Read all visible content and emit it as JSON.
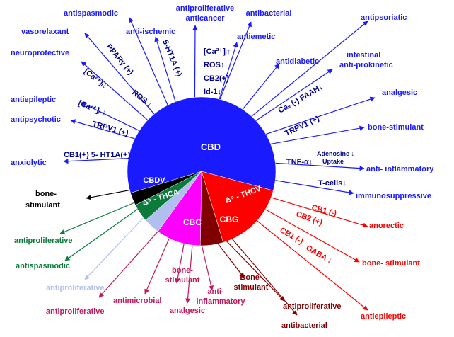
{
  "colors": {
    "CBD": "#1a1aff",
    "CBDV": "#000000",
    "THCA": "#0b7a3b",
    "lavender": "#b0bff0",
    "CBC": "#ff00ff",
    "CBG": "#800000",
    "THCV": "#ff0000",
    "raspberry": "#c2185b",
    "white": "#ffffff"
  },
  "segments": {
    "cbd": {
      "label": "CBD",
      "value": 212
    },
    "thcv": {
      "label": "Δ⁹ - THCV",
      "value": 58
    },
    "cbg": {
      "label": "CBG",
      "value": 18
    },
    "cbc": {
      "label": "CBC",
      "value": 35
    },
    "lav": {
      "label": "",
      "value": 13
    },
    "thca": {
      "label": "Δ⁹ - THCA",
      "value": 14
    },
    "cbdv": {
      "label": "CBDV",
      "value": 10
    }
  },
  "effects": {
    "vasorelaxant": "vasorelaxant",
    "antispasmodic_top": "antispasmodic",
    "anti_ischemic": "anti-ischemic",
    "antiproliferative_l1": "antiproliferative",
    "anticancer": "anticancer",
    "antibacterial_top": "antibacterial",
    "antiemetic": "antiemetic",
    "antidiabetic": "antidiabetic",
    "antipsoriatic": "antipsoriatic",
    "intestinal": "intestinal",
    "anti_prokinetic": "anti-prokinetic",
    "analgesic_right": "analgesic",
    "neuroprotective": "neuroprotective",
    "antiepileptic_left": "antiepileptic",
    "antipsychotic": "antipsychotic",
    "anxiolytic": "anxiolytic",
    "bone_stimulant_right": "bone-stimulant",
    "anti_inflammatory_right": "anti- inflammatory",
    "immunosuppressive": "immunosuppressive",
    "bone_cbdv_1": "bone-",
    "bone_cbdv_2": "stimulant",
    "anorectic": "anorectic",
    "bone_stimulant_red": "bone- stimulant",
    "antiepileptic_red": "antiepileptic",
    "antiproliferative_green": "antiproliferative",
    "antispasmodic_green": "antispasmodic",
    "antiproliferative_lav": "antiproliferative",
    "antiproliferative_pink": "antiproliferative",
    "antimicrobial": "antimicrobial",
    "bone_pink_1": "bone-",
    "bone_pink_2": "stimulant",
    "analgesic_pink": "analgesic",
    "anti_pink_1": "anti-",
    "anti_pink_2": "inflammatory",
    "bone_cbg_1": "Bone-",
    "bone_cbg_2": "stimulant",
    "antiproliferative_cbg": "antiproliferative",
    "antibacterial_cbg": "antibacterial"
  },
  "mechanisms": {
    "ppar": "PPARγ (+)",
    "ht1a_top": "5-HT1A (+)",
    "ca_top": "[Ca²⁺]ᵢ↑",
    "ros_top": "ROS↑",
    "cb2_top": "CB2(+)",
    "id1": "Id-1↓",
    "ca_left1": "[Ca²⁺]ᵢ↓",
    "ros_left": "ROS ↓",
    "ca_left2": "[Ca²⁺]ᵢ ↓",
    "trpv1_left": "TRPV1 (+)",
    "cb1_ht1a": "CB1(+) 5- HT1A(+)",
    "ca_faah": "Caᵥ (-) FAAH↓",
    "trpv1_right": "TRPV1 (+)",
    "tnf": "TNF-α↓",
    "adenosine": "Adenosine ↓",
    "uptake": "Uptake",
    "tcells": "T-cells↓",
    "cb1_a": "CB1 (-)",
    "cb2_b": "CB2 (+)",
    "cb1_c": "CB1 (-)",
    "gaba": "GABA ↓"
  }
}
